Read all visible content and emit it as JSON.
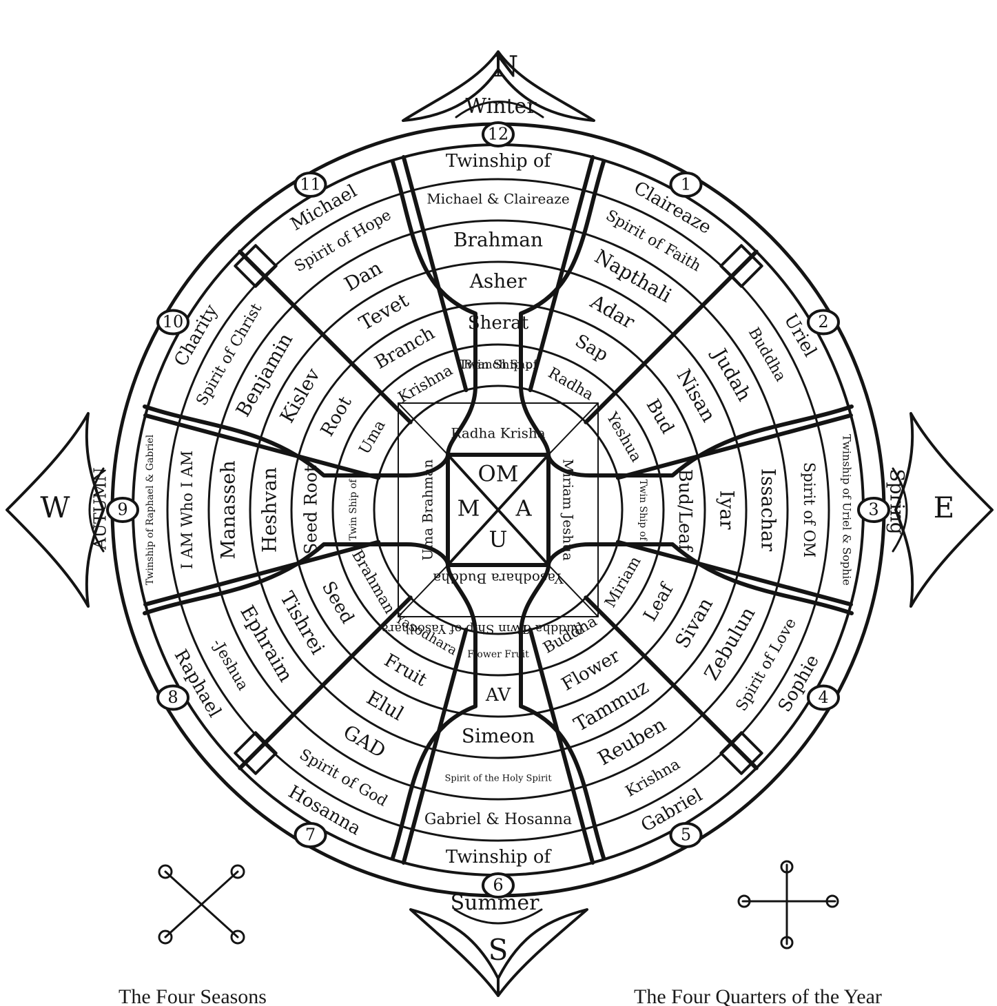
{
  "compass": {
    "north": "N",
    "east": "E",
    "south": "S",
    "west": "W"
  },
  "seasons": {
    "north": "Winter",
    "east": "Spring",
    "south": "Summer",
    "west": "AUTUMN"
  },
  "months": [
    "12",
    "1",
    "2",
    "3",
    "4",
    "5",
    "6",
    "7",
    "8",
    "9",
    "10",
    "11"
  ],
  "center": {
    "top": "OM",
    "right": "A",
    "bottom": "U",
    "left": "M"
  },
  "segments": [
    {
      "lines": [
        "Twinship of",
        "Michael & Claireaze",
        "Brahman",
        "Asher",
        "Sherat",
        "Branch Sap"
      ]
    },
    {
      "lines": [
        "Claireaze",
        "Spirit of Faith",
        "Napthali",
        "Adar",
        "Sap",
        "Radha"
      ]
    },
    {
      "lines": [
        "Uriel",
        "Buddha",
        "Judah",
        "Nisan",
        "Bud",
        "Yeshua"
      ]
    },
    {
      "lines": [
        "Twinship of Uriel & Sophie",
        "Spirit of OM",
        "Issachar",
        "Iyar",
        "Bud/Leaf",
        "Twin Ship of"
      ]
    },
    {
      "lines": [
        "Sophie",
        "Spirit of Love",
        "Zebulun",
        "Sivan",
        "Leaf",
        "Miriam"
      ]
    },
    {
      "lines": [
        "Gabriel",
        "Krishna",
        "Reuben",
        "Tammuz",
        "Flower",
        "Buddha"
      ]
    },
    {
      "lines": [
        "Twinship of",
        "Gabriel & Hosanna",
        "Spirit of the Holy Spirit",
        "Simeon",
        "AV",
        "Flower Fruit"
      ]
    },
    {
      "lines": [
        "Hosanna",
        "Spirit of God",
        "GAD",
        "Elul",
        "Fruit",
        "Yasodhara"
      ]
    },
    {
      "lines": [
        "Raphael",
        "-Jeshua",
        "Ephraim",
        "Tishrei",
        "Seed",
        "Brahman"
      ]
    },
    {
      "lines": [
        "Twinship of Raphael & Gabriel",
        "I AM Who I AM",
        "Manasseh",
        "Heshvan",
        "Seed Root",
        "Twin Ship of"
      ]
    },
    {
      "lines": [
        "Charity",
        "Spirit of Christ",
        "Benjamin",
        "Kislev",
        "Root",
        "Uma"
      ]
    },
    {
      "lines": [
        "Michael",
        "Spirit of Hope",
        "Dan",
        "Tevet",
        "Branch",
        "Krishna"
      ]
    }
  ],
  "inner_labels": {
    "north_stem": "Twin Ship of",
    "north_core": "Radha Krisha",
    "east_core": "Miriam Jeshua",
    "south_core": "Yasodhara Buddha",
    "west_core": "Uma Brahman",
    "south_stem": "Twin Ship of Yasodhara",
    "south_right": "Buddha of"
  },
  "captions": {
    "left": "The Four Seasons",
    "right": "The Four Quarters of the Year"
  }
}
